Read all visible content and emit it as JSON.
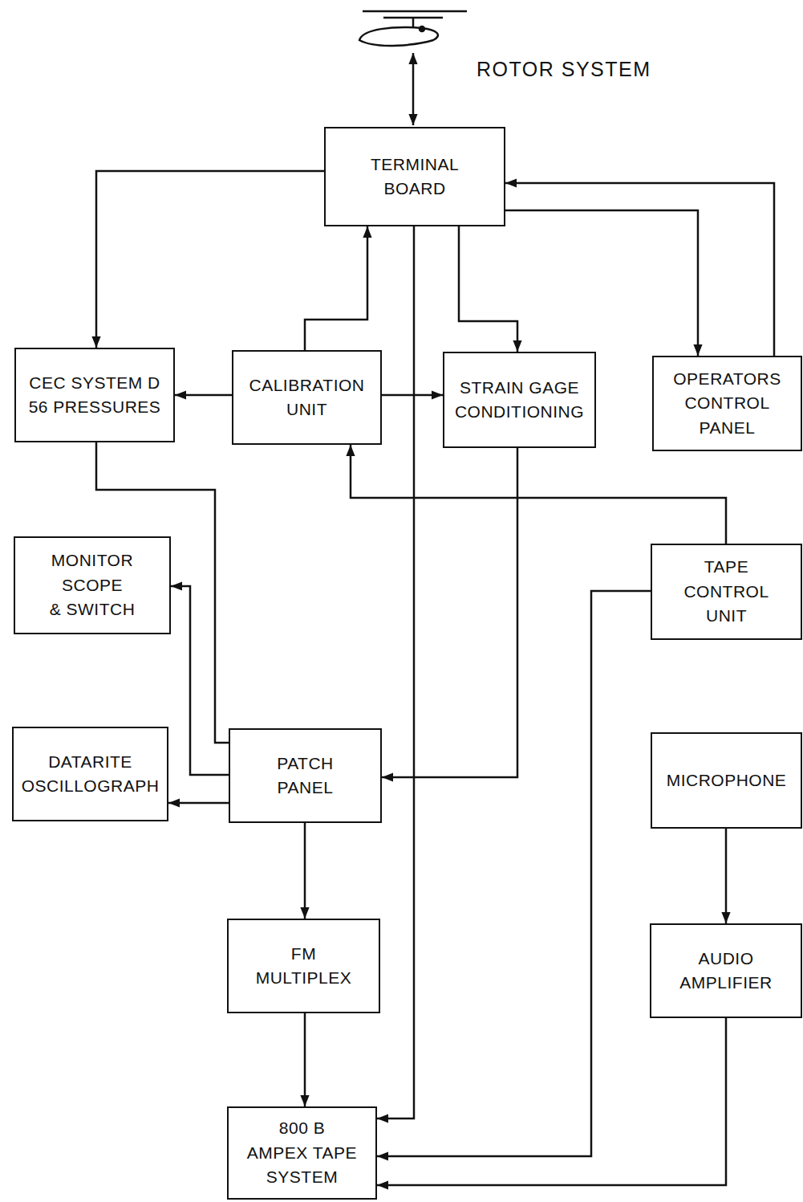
{
  "diagram": {
    "nodes": [
      {
        "text": [
          "TERMINAL BOARD"
        ]
      },
      {
        "text": [
          "CEC SYSTEM D 56 PRESSURES"
        ]
      },
      {
        "text": [
          "CALIBRATION UNIT"
        ]
      },
      {
        "text": [
          "STRAIN GAGE CONDITIONING"
        ]
      },
      {
        "text": [
          "OPERATORS CONTROL PANEL"
        ]
      },
      {
        "text": [
          "MONITOR SCOPE & SWITCH"
        ]
      },
      {
        "text": [
          "TAPE CONTROL UNIT"
        ]
      },
      {
        "text": [
          "DATARITE OSCILLOGRAPH"
        ]
      },
      {
        "text": [
          "PATCH PANEL"
        ]
      },
      {
        "text": [
          "MICROPHONE"
        ]
      },
      {
        "text": [
          "FM MULTIPLEX"
        ]
      },
      {
        "text": [
          "AUDIO AMPLIFIER"
        ]
      },
      {
        "text": [
          "800 B AMPEX TAPE SYSTEM"
        ]
      }
    ],
    "edges": [
      {
        "from": 0,
        "to": 1,
        "arrow": "to"
      },
      {
        "from": 2,
        "to": 0,
        "arrow": "to"
      },
      {
        "from": 0,
        "to": 3,
        "arrow": "to"
      },
      {
        "from": 0,
        "to": 4,
        "arrow": "to"
      },
      {
        "from": 4,
        "to": 0,
        "arrow": "to"
      },
      {
        "from": 2,
        "to": 1,
        "arrow": "to"
      },
      {
        "from": 2,
        "to": 3,
        "arrow": "to"
      },
      {
        "from": 0,
        "to": 12,
        "arrow": "to"
      },
      {
        "from": 1,
        "to": 8,
        "arrow": "none"
      },
      {
        "from": 8,
        "to": 5,
        "arrow": "to"
      },
      {
        "from": 8,
        "to": 7,
        "arrow": "to"
      },
      {
        "from": 3,
        "to": 8,
        "arrow": "to"
      },
      {
        "from": 6,
        "to": 2,
        "arrow": "to"
      },
      {
        "from": 8,
        "to": 10,
        "arrow": "to"
      },
      {
        "from": 10,
        "to": 12,
        "arrow": "to"
      },
      {
        "from": 6,
        "to": 12,
        "arrow": "to"
      },
      {
        "from": 9,
        "to": 11,
        "arrow": "to"
      },
      {
        "from": 11,
        "to": 12,
        "arrow": "to"
      }
    ],
    "labels": [
      "ROTOR SYSTEM"
    ]
  }
}
